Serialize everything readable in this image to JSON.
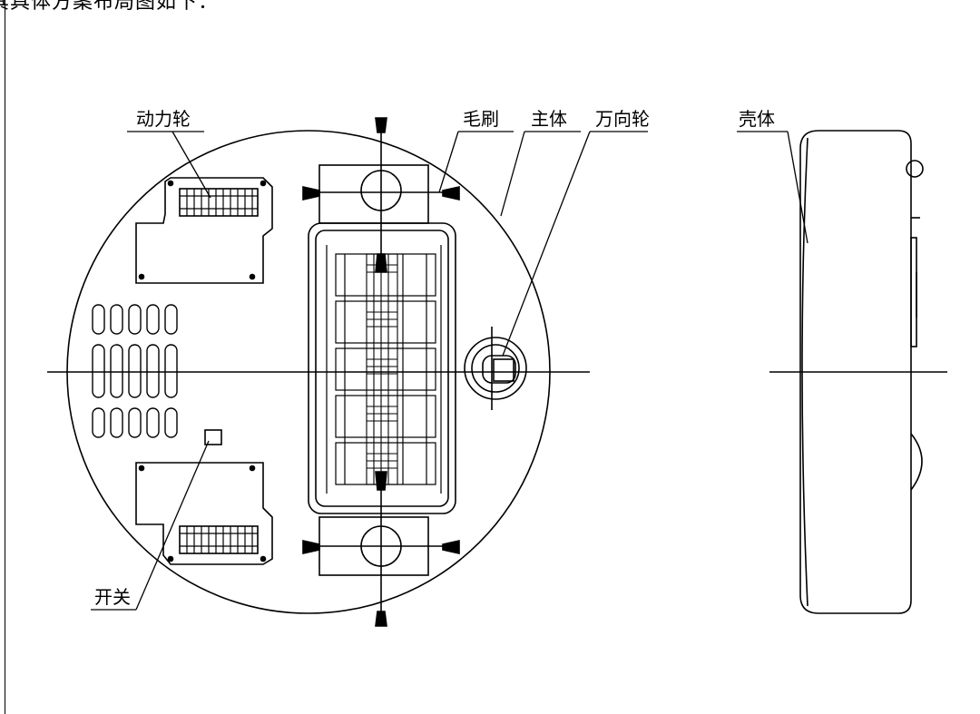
{
  "caption": "其具体方案布局图如下：",
  "labels": {
    "drive_wheel": "动力轮",
    "brush": "毛刷",
    "main_body": "主体",
    "caster_wheel": "万向轮",
    "shell": "壳体",
    "switch": "开关"
  },
  "colors": {
    "line": "#000000",
    "background": "#ffffff"
  }
}
